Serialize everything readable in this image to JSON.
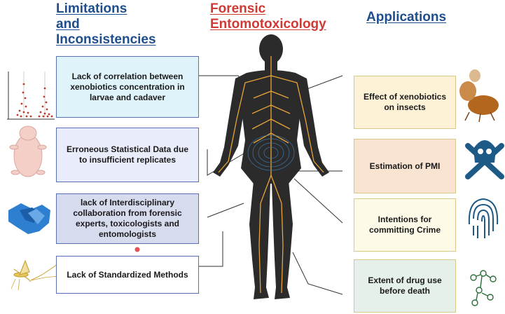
{
  "headings": {
    "left": [
      "Limitations",
      "and",
      "Inconsistencies"
    ],
    "center": [
      "Forensic",
      "Entomotoxicology"
    ],
    "right": [
      "Applications"
    ]
  },
  "colors": {
    "heading_blue": "#1f4e8c",
    "heading_red": "#d03a34",
    "nerve": "#e8a43a",
    "body": "#2b2b2b"
  },
  "limitations": [
    {
      "lines": [
        "Lack of correlation between",
        "xenobiotics concentration in",
        "larvae and cadaver"
      ],
      "fill": "#dff3fb"
    },
    {
      "lines": [
        "Erroneous Statistical Data  due",
        "to insufficient replicates"
      ],
      "fill": "#e9ecfa"
    },
    {
      "lines": [
        "lack of Interdisciplinary",
        "collaboration from forensic",
        "experts, toxicologists and",
        "entomologists"
      ],
      "fill": "#d7dbee"
    },
    {
      "lines": [
        "Lack of Standardized Methods"
      ],
      "fill": "#ffffff"
    }
  ],
  "applications": [
    {
      "lines": [
        "Effect of xenobiotics",
        "on insects"
      ],
      "fill": "#fdf1d6"
    },
    {
      "lines": [
        "Estimation of PMI"
      ],
      "fill": "#f8e4d0"
    },
    {
      "lines": [
        "Intentions for",
        "committing Crime"
      ],
      "fill": "#fdfbe8"
    },
    {
      "lines": [
        "Extent of drug use",
        "before death"
      ],
      "fill": "#e6f0ea"
    }
  ],
  "icons": {
    "left": [
      "scatter-plot-icon",
      "pig-icon",
      "handshake-icon",
      "mayfly-icon"
    ],
    "right": [
      "beetle-icon",
      "skull-crossbones-icon",
      "fingerprint-icon",
      "molecule-icon"
    ],
    "center": "human-nervous-system-figure"
  }
}
